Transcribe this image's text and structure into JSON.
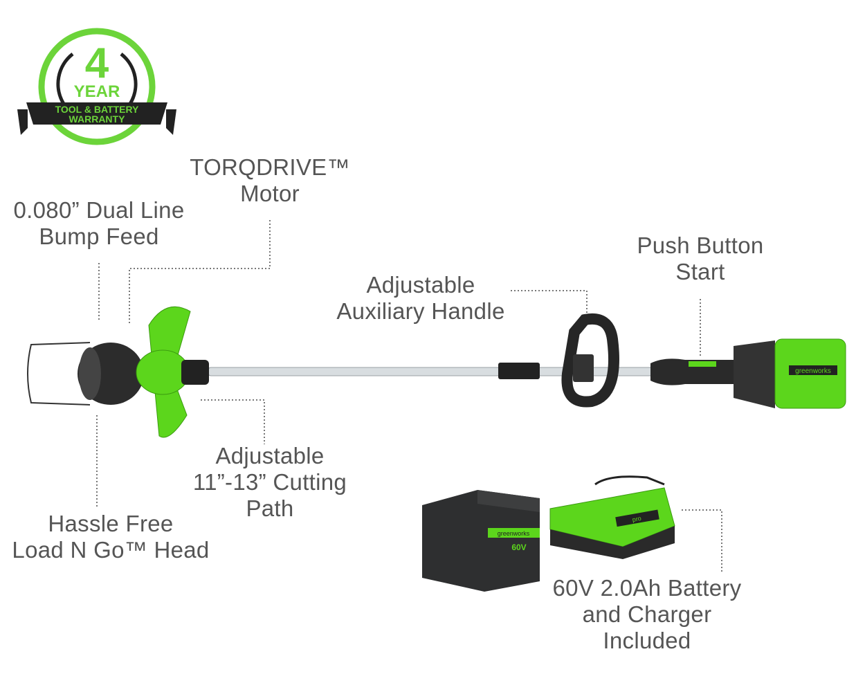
{
  "badge": {
    "number": "4",
    "year": "YEAR",
    "line1": "TOOL & BATTERY",
    "line2": "WARRANTY"
  },
  "callouts": {
    "motor": {
      "line1": "TORQDRIVE™",
      "line2": "Motor"
    },
    "bump_feed": {
      "line1": "0.080” Dual Line",
      "line2": "Bump Feed"
    },
    "push_button": {
      "line1": "Push Button",
      "line2": "Start"
    },
    "aux_handle": {
      "line1": "Adjustable",
      "line2": "Auxiliary Handle"
    },
    "cutting_path": {
      "line1": "Adjustable",
      "line2": "11”-13” Cutting",
      "line3": "Path"
    },
    "head": {
      "line1": "Hassle Free",
      "line2": "Load N Go™ Head"
    },
    "battery": {
      "line1": "60V 2.0Ah Battery",
      "line2": "and Charger",
      "line3": "Included"
    }
  },
  "product_brand": {
    "name": "greenworks",
    "tag": "pro",
    "voltage": "60V"
  },
  "colors": {
    "green": "#5cd61c",
    "text": "#555555",
    "dark": "#2a2a2a"
  }
}
